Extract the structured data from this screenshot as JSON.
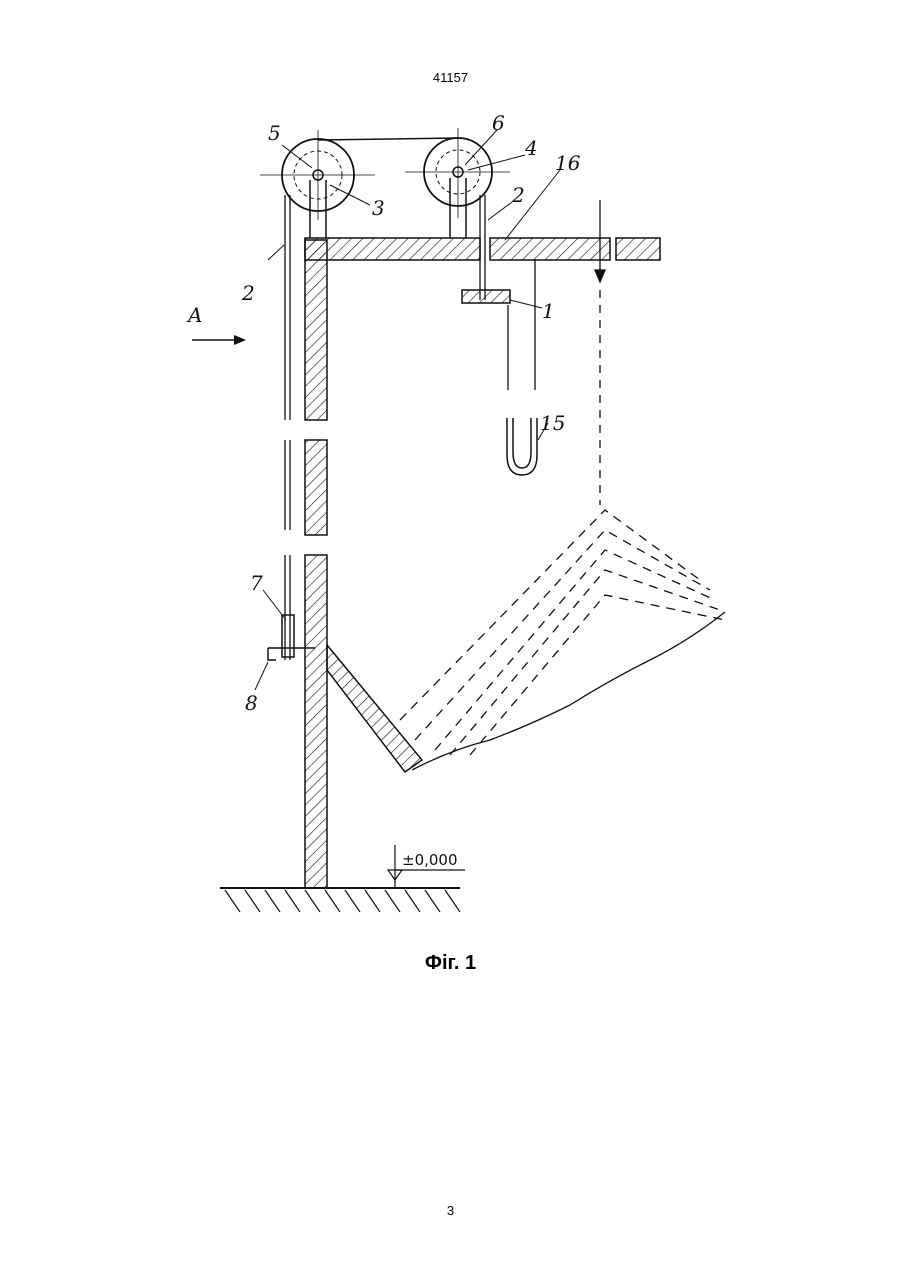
{
  "header": {
    "doc_number": "41157"
  },
  "figure": {
    "caption": "Фіг. 1",
    "view_label": "A",
    "level_mark": "±0,000",
    "callouts": {
      "c1": "1",
      "c2a": "2",
      "c2b": "2",
      "c3": "3",
      "c4": "4",
      "c5": "5",
      "c6": "6",
      "c7": "7",
      "c8": "8",
      "c15": "15",
      "c16": "16"
    }
  },
  "footer": {
    "page_number": "3"
  }
}
